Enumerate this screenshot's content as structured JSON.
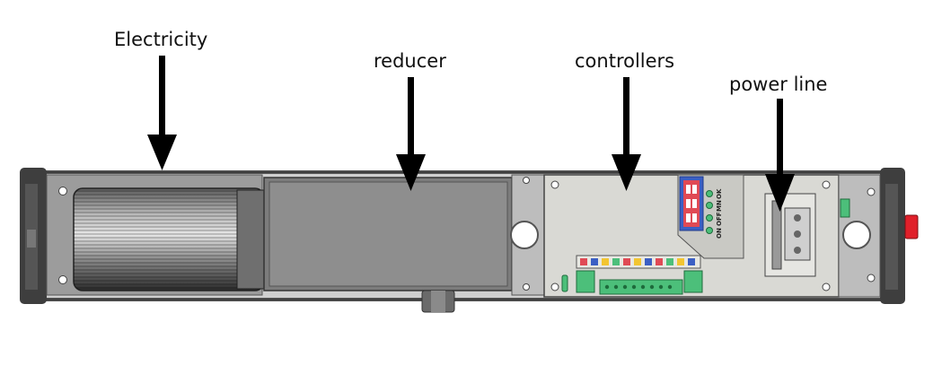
{
  "labels": {
    "electricity": "Electricity",
    "reducer": "reducer",
    "controllers": "controllers",
    "power_line": "power line"
  },
  "switch_labels": [
    "ON",
    "OFF",
    "MN",
    "OK"
  ],
  "colors": {
    "housing": "#5a5a5a",
    "housing_dark": "#3e3e3e",
    "reducer_body": "#8e8e8e",
    "controller_board": "#d9d9d4",
    "terminal_green": "#4cbf7a",
    "connector_red": "#e04a55",
    "connector_blue": "#3b5fc4",
    "arrow": "#000000",
    "switch_red": "#e0202a"
  }
}
